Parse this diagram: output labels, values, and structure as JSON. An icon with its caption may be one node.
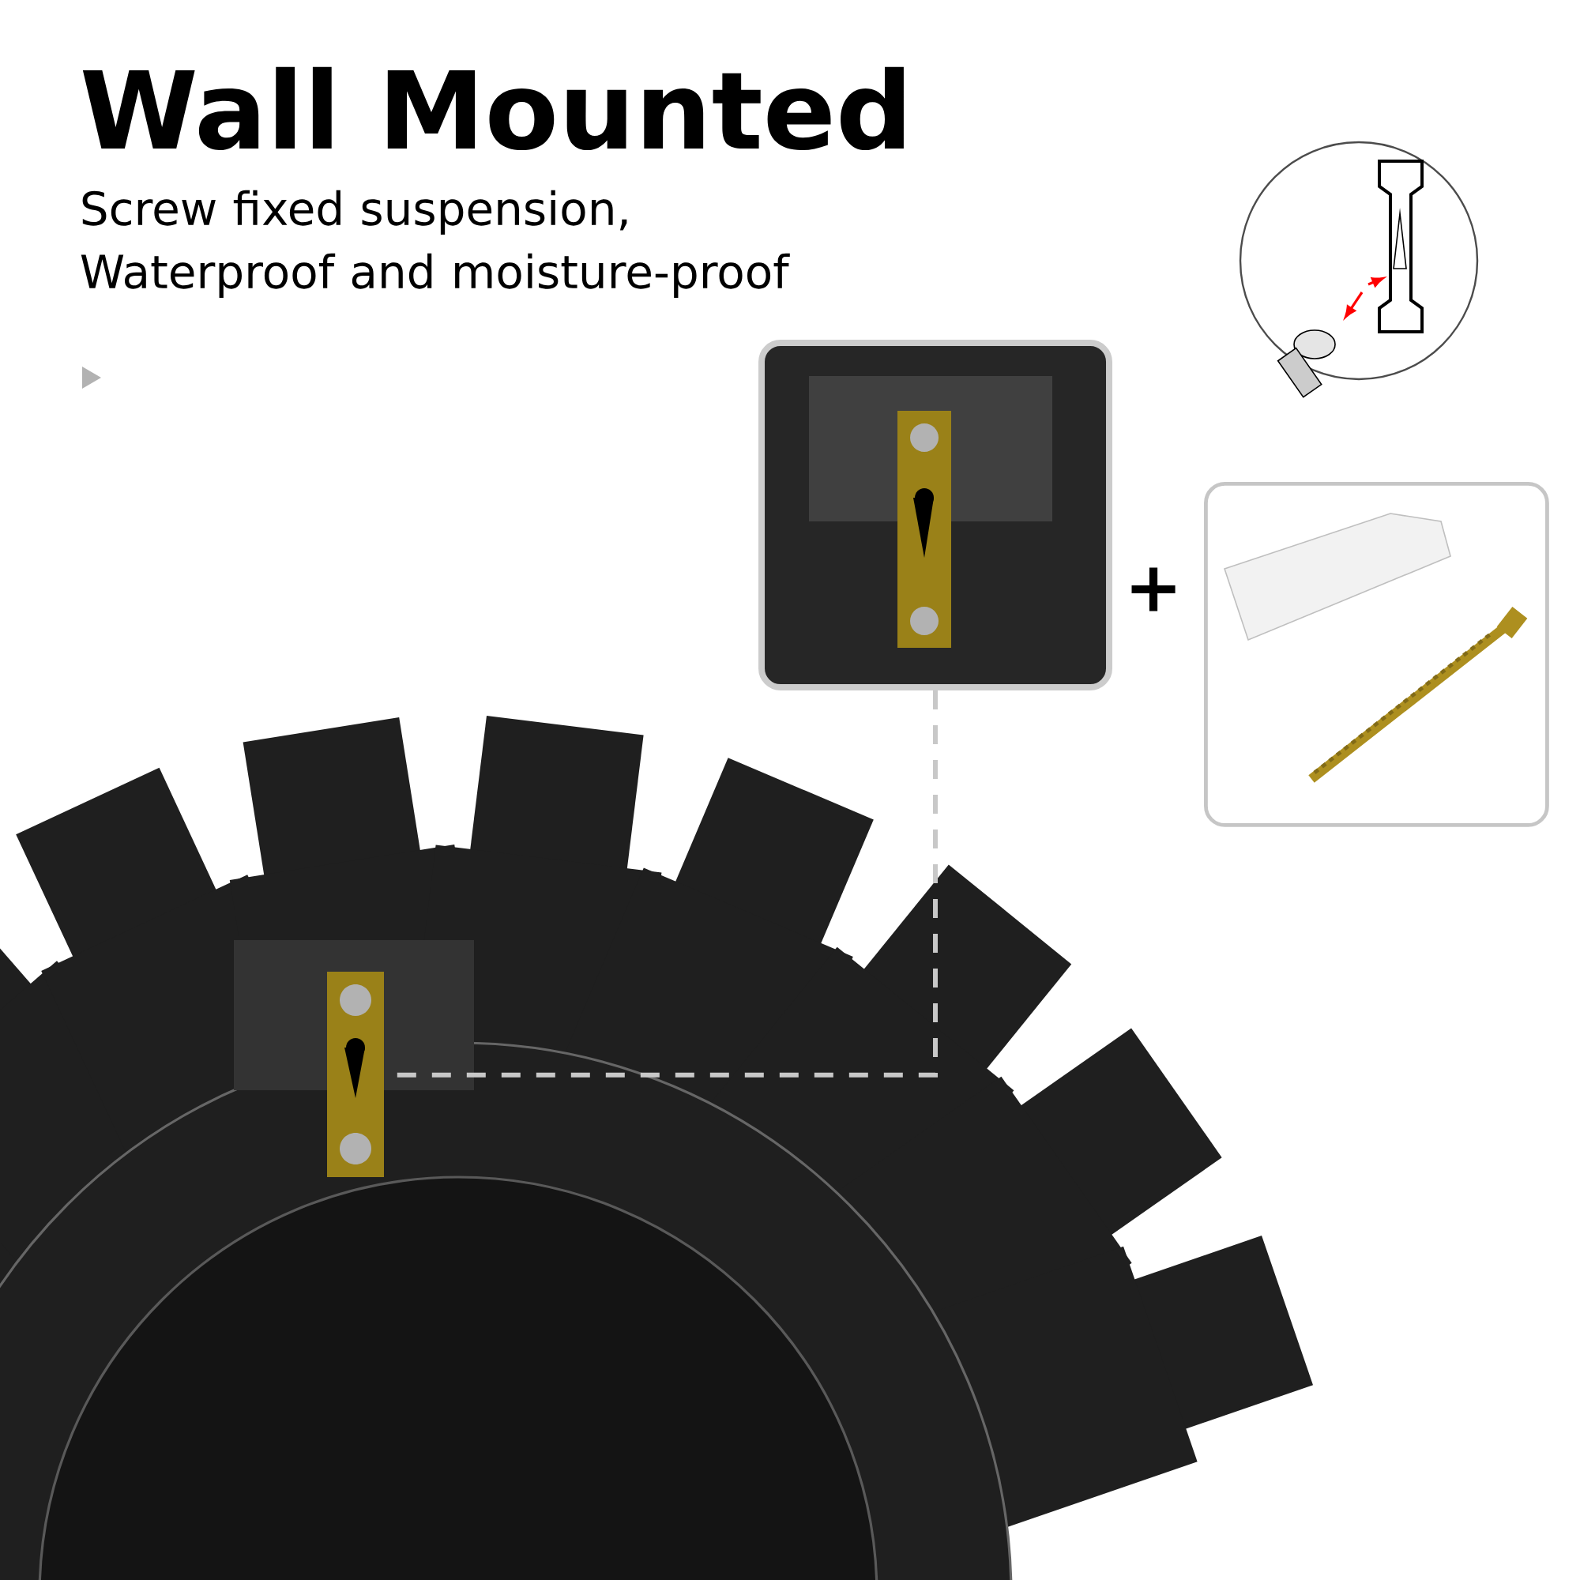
{
  "diagram": {
    "title": "Wall Mounted",
    "nodes": [
      {
        "text": [],
        "shape": "picture"
      },
      {
        "text": [],
        "shape": "picture"
      },
      {
        "text": [],
        "shape": "picture"
      },
      {
        "text": [],
        "shape": "picture"
      }
    ],
    "edges": [
      {
        "from": 1,
        "to": 0,
        "arrow": "none",
        "style": "dashed",
        "color": "#c8c8c8"
      }
    ],
    "labels": [
      "Screw fixed suspension, Waterproof and moisture-proof",
      "+"
    ]
  }
}
